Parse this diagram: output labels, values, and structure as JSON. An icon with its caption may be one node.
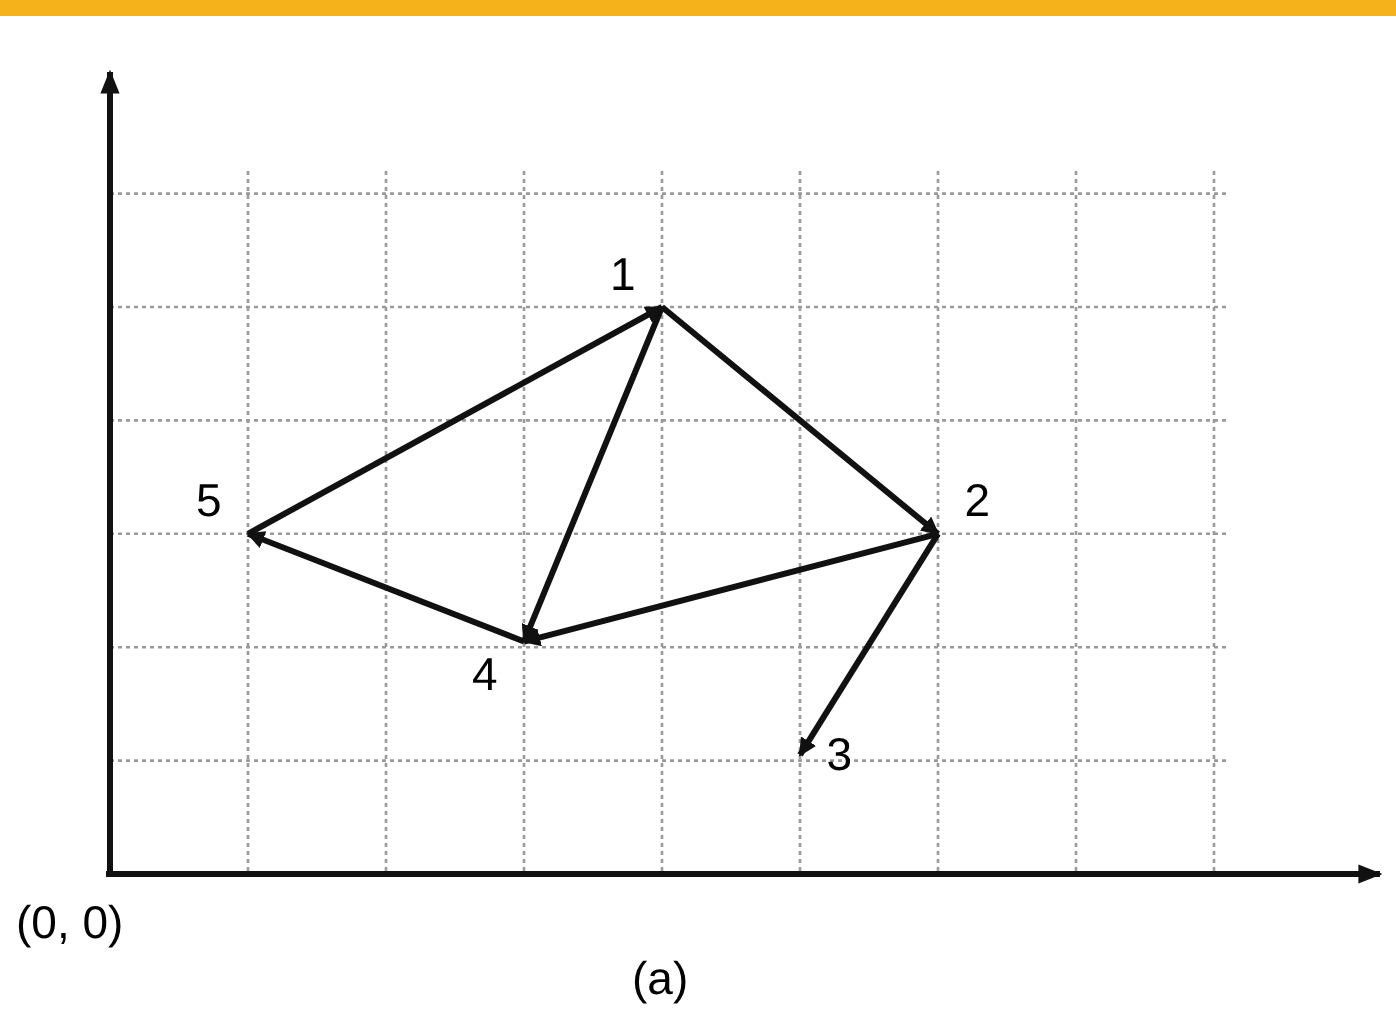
{
  "diagram": {
    "nodes": [
      {
        "text": [
          "1"
        ]
      },
      {
        "text": [
          "2"
        ]
      },
      {
        "text": [
          "3"
        ]
      },
      {
        "text": [
          "4"
        ]
      },
      {
        "text": [
          "5"
        ]
      }
    ],
    "edges": [
      {
        "from": 0,
        "to": 1,
        "arrow": "to"
      },
      {
        "from": 0,
        "to": 3,
        "arrow": "to"
      },
      {
        "from": 1,
        "to": 3,
        "arrow": "to"
      },
      {
        "from": 1,
        "to": 2,
        "arrow": "to"
      },
      {
        "from": 3,
        "to": 4,
        "arrow": "to"
      },
      {
        "from": 4,
        "to": 0,
        "arrow": "to"
      }
    ],
    "labels": [
      "(0, 0)",
      "(a)"
    ]
  }
}
